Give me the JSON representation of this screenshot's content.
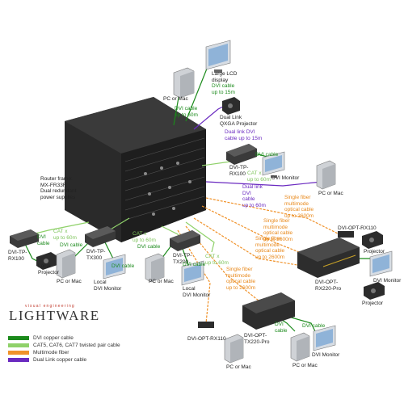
{
  "labels": {
    "router_frame": "Router frame:\nMX-FR33R\nDual redundant\npower supplies",
    "large_lcd": "Large LCD\ndisplay",
    "dvi_15m": "DVI cable\nup to 15m",
    "pc_mac_top": "PC or Mac",
    "dvi_60m_top": "DVI cable\nup to 60m",
    "dual_link_projector": "Dual Link\nQXGA Projector",
    "dual_link_15m": "Dual link DVI\ncable up to 15m",
    "dvi_tp_rx100_r": "DVI-TP-\nRX100",
    "dvi_cable_r": "DVI cable",
    "cat_r": "CAT x\nup to 60m",
    "dvi_monitor_r": "DVI Monitor",
    "pc_mac_r": "PC or Mac",
    "dual_link_60m": "Dual link\nDVI\ncable\nup to 60m",
    "single_fiber_r": "Single fiber\nmultimode\noptical cable\nup to 2600m",
    "dvi_opt_rx110_r": "DVI-OPT-RX110",
    "projector_r1": "Projector",
    "single_fiber_m1": "Single fiber\nmultimode\noptical cable\nup to 2600m",
    "single_fiber_m2": "Single fiber\nmultimode\noptical cable\nup to 2600m",
    "dvi_opt_rx220": "DVI-OPT-\nRX220-Pro",
    "dvi_monitor_r2": "DVI Monitor",
    "projector_r2": "Projector",
    "dvi_tp_rx100_l": "DVI-TP-\nRX100",
    "dvi_l1": "DVI\ncable",
    "cat_l1": "CAT x\nup to 60m",
    "dvi_cable_l2": "DVI cable",
    "local_projector": "Local\nProjector",
    "dvi_tp_tx300": "DVI-TP-\nTX300",
    "pc_mac_l": "PC or Mac",
    "dvi_cable_l3": "DVI cable",
    "local_dvi_monitor_l": "Local\nDVI Monitor",
    "cat_m": "CAT x\nup to 60m",
    "dvi_cable_m": "DVI cable",
    "dvi_tp_tx200": "DVI-TP-\nTX200",
    "pc_mac_m": "PC or Mac",
    "local_dvi_monitor_m": "Local\nDVI Monitor",
    "dvi_cable_m2": "DVI cable",
    "cat_m2": "CAT x\nup to 60m",
    "single_fiber_c": "Single fiber\nmultimode\noptical cable\nup to 2600m",
    "dvi_opt_rx110_b": "DVI-OPT-RX110",
    "dvi_opt_tx220": "DVI-OPT-\nTX220-Pro",
    "dvi_cable_b1": "DVI\ncable",
    "dvi_cable_b2": "DVI cable",
    "pc_mac_b1": "PC or Mac",
    "pc_mac_b2": "PC or Mac",
    "dvi_monitor_b": "DVI Monitor"
  },
  "logo": {
    "tagline": "visual engineering",
    "name": "LIGHTWARE"
  },
  "legend": [
    {
      "label": "DVI copper cable",
      "color": "#1b8a1b"
    },
    {
      "label": "CAT5, CAT6, CAT7 twisted pair cable",
      "color": "#8fd16a"
    },
    {
      "label": "Multimode fiber",
      "color": "#f0922a"
    },
    {
      "label": "Dual Link copper cable",
      "color": "#6a2ac0"
    }
  ],
  "colors": {
    "dvi": "#1b8a1b",
    "cat": "#8fd16a",
    "fiber": "#f0922a",
    "duallink": "#6a2ac0"
  }
}
